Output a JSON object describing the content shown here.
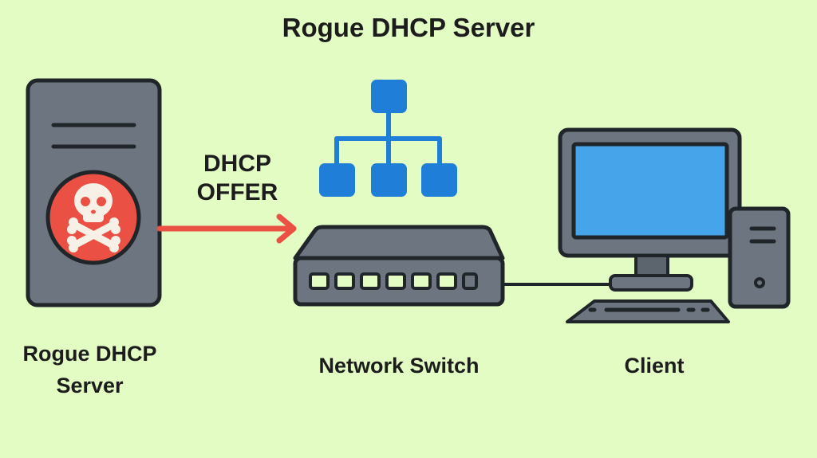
{
  "title": "Rogue DHCP Server",
  "arrow_label": [
    "DHCP",
    "OFFER"
  ],
  "nodes": {
    "server": {
      "label_lines": [
        "Rogue DHCP",
        "Server"
      ],
      "icon": "skull-crossbones-icon"
    },
    "switch": {
      "label": "Network Switch",
      "port_count": 7,
      "icon": "network-topology-icon"
    },
    "client": {
      "label": "Client"
    }
  },
  "colors": {
    "background": "#e3fcc4",
    "device_gray": "#6d7680",
    "outline": "#1f2528",
    "danger_red": "#ea5044",
    "network_blue": "#1f7fd8",
    "screen_blue": "#45a4ea"
  }
}
